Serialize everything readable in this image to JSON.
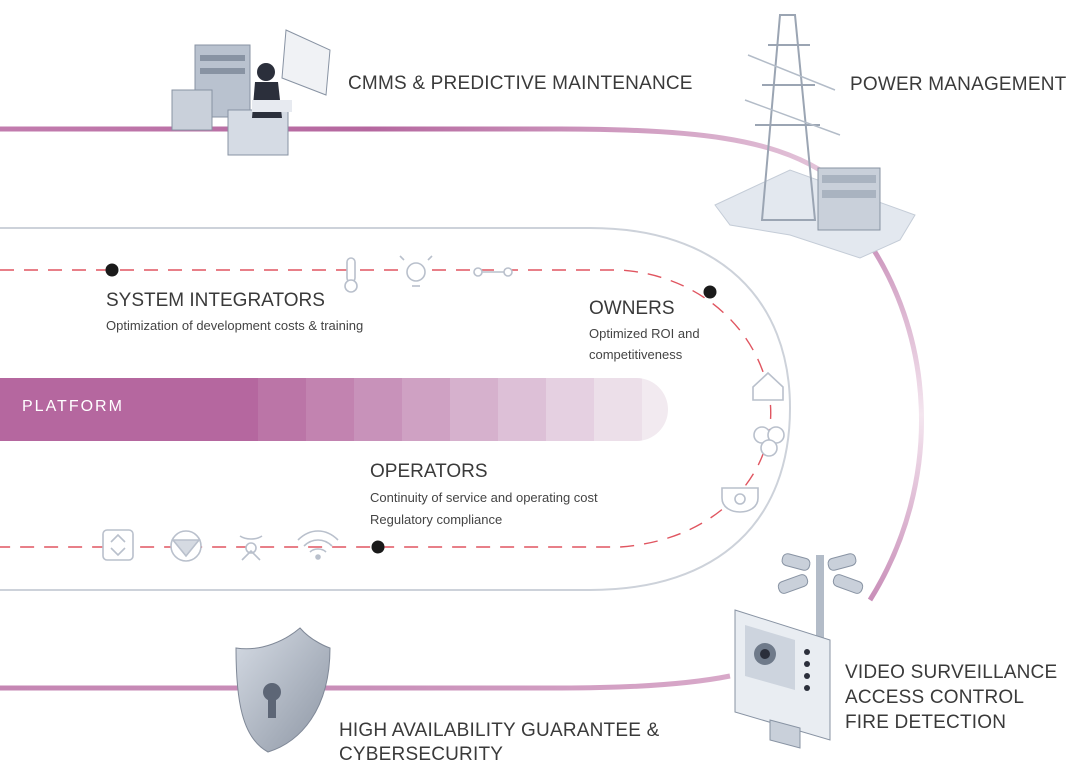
{
  "categories": {
    "cmms": "CMMS & PREDICTIVE MAINTENANCE",
    "power": "POWER MANAGEMENT",
    "video": [
      "VIDEO SURVEILLANCE",
      "ACCESS CONTROL",
      "FIRE DETECTION"
    ],
    "cyber": [
      "HIGH AVAILABILITY GUARANTEE &",
      "CYBERSECURITY"
    ]
  },
  "stakeholders": {
    "integrators": {
      "title": "SYSTEM INTEGRATORS",
      "desc": "Optimization of development costs & training"
    },
    "owners": {
      "title": "OWNERS",
      "desc": [
        "Optimized ROI and",
        "competitiveness"
      ]
    },
    "operators": {
      "title": "OPERATORS",
      "desc": [
        "Continuity of  service and operating cost",
        "Regulatory compliance"
      ]
    }
  },
  "platform": {
    "label": "PLATFORM"
  },
  "colors": {
    "accent": "#b5679f",
    "accent_light": "#e9c9de",
    "dash": "#e05560",
    "grey_line": "#c9ced6",
    "icon": "#9aa3b1"
  },
  "icons": [
    "thermometer-icon",
    "lightbulb-icon",
    "key-icon",
    "home-icon",
    "droplets-icon",
    "camera-icon",
    "elevator-icon",
    "gauge-icon",
    "wave-sensor-icon",
    "wifi-icon"
  ]
}
